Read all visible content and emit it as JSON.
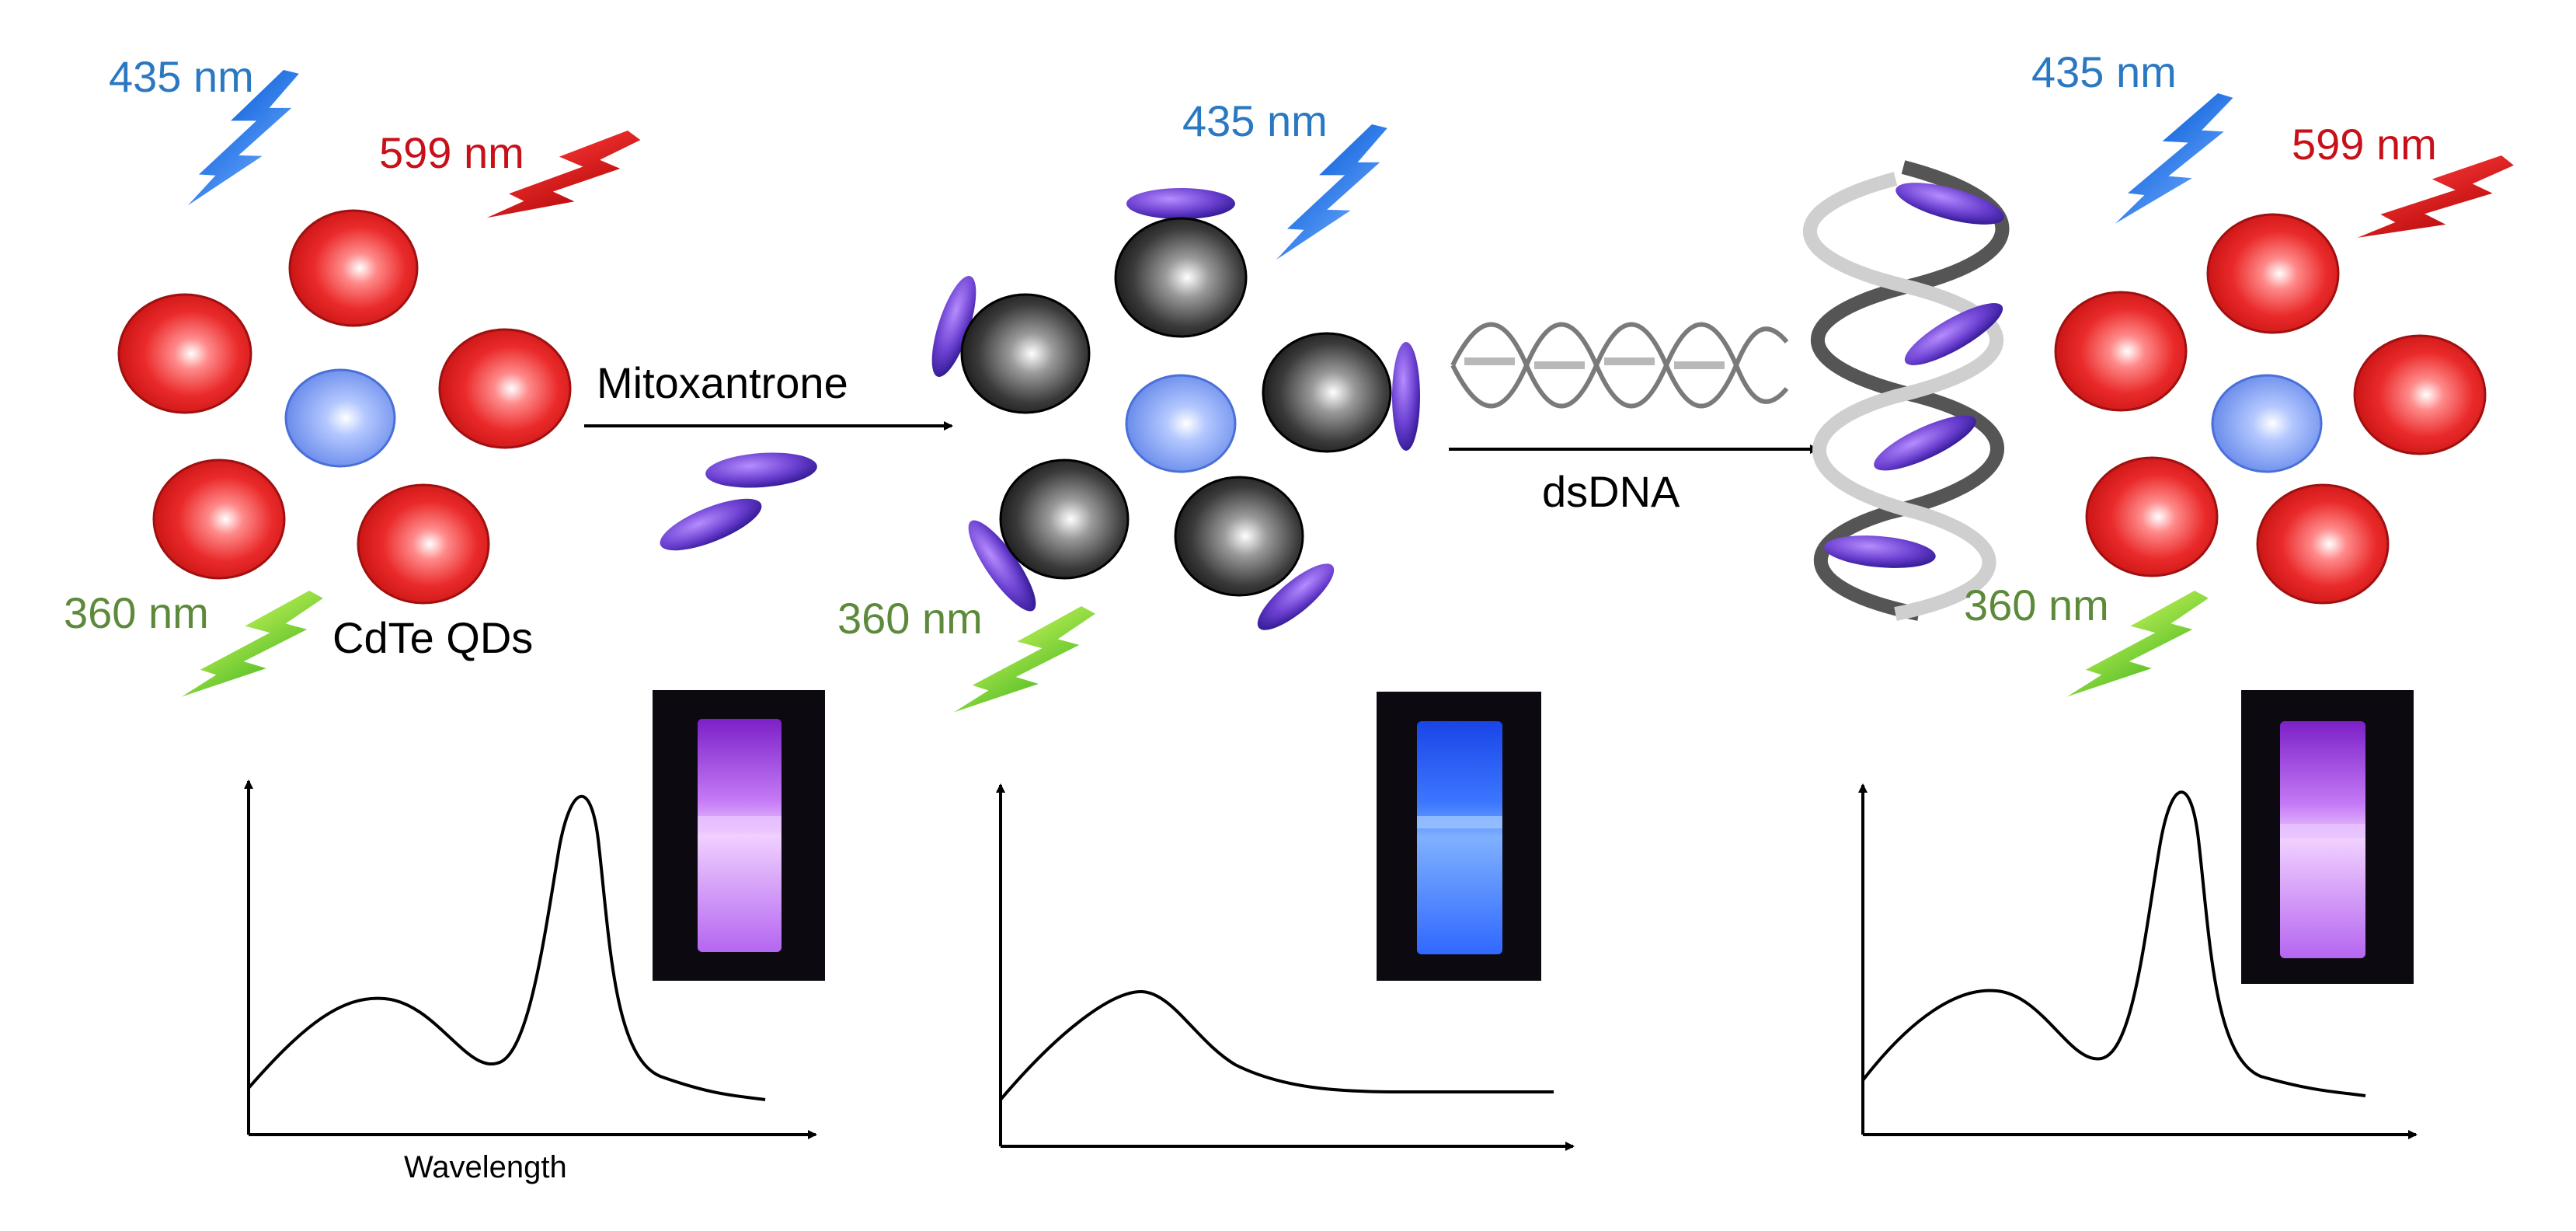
{
  "scheme": {
    "wavelength_labels": {
      "blue": "435 nm",
      "red": "599 nm",
      "green": "360 nm"
    },
    "qd_label": "CdTe QDs",
    "step1_label": "Mitoxantrone",
    "step2_label": "dsDNA",
    "x_axis_label": "Wavelength",
    "colors": {
      "blue_emission": "#2a78c2",
      "red_emission": "#c8101a",
      "green_excitation": "#5c8a3a",
      "red_qd": "#e01e25",
      "blue_qd": "#7a9df0",
      "quenched_qd": "#2a2a2a",
      "mitoxantrone": "#6a3fd0",
      "cuvette_purple": "#b766f0",
      "cuvette_blue": "#2d62ff"
    },
    "panels": [
      {
        "state": "CdTe QDs",
        "cuvette": "purple fluorescence",
        "spectrum": "two peaks"
      },
      {
        "state": "CdTe QDs + Mitoxantrone",
        "cuvette": "blue fluorescence",
        "spectrum": "one peak"
      },
      {
        "state": "CdTe QDs + Mitoxantrone + dsDNA",
        "cuvette": "purple fluorescence",
        "spectrum": "two peaks"
      }
    ]
  }
}
